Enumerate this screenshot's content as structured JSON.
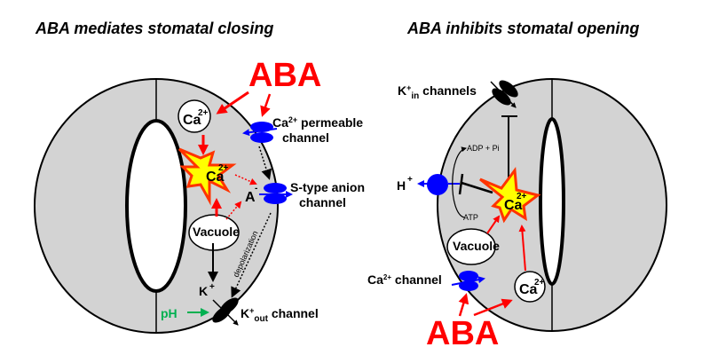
{
  "colors": {
    "cell_fill": "#d3d3d3",
    "aba": "#ff0000",
    "channel_blue": "#0000ff",
    "ph_green": "#00b050",
    "star_fill": "#ffff00",
    "star_edge": "#ff3300"
  },
  "left_panel": {
    "title": "ABA mediates stomatal closing",
    "aba_label": "ABA",
    "ca_store": {
      "base": "Ca",
      "sup": "2+"
    },
    "ca_star": {
      "base": "Ca",
      "sup": "2+"
    },
    "ca_permeable_channel": {
      "line1_base": "Ca",
      "line1_sup": "2+",
      "line1_rest": " permeable",
      "line2": "channel"
    },
    "anion_channel": {
      "line1": "S-type anion",
      "line2": "channel"
    },
    "anion_label": {
      "base": "A",
      "sup": "-"
    },
    "vacuole": "Vacuole",
    "depolarization": "depolarization",
    "k_label": {
      "base": "K",
      "sup": "+"
    },
    "ph_label": "pH",
    "k_out_channel": {
      "base": "K",
      "sup": "+",
      "sub": "out",
      "rest": " channel"
    }
  },
  "right_panel": {
    "title": "ABA inhibits stomatal opening",
    "k_in_channels": {
      "base": "K",
      "sup": "+",
      "sub": "in",
      "rest": " channels"
    },
    "adp_label": "ADP + Pi",
    "atp_label": "ATP",
    "h_label": {
      "base": "H",
      "sup": "+"
    },
    "ca_star": {
      "base": "Ca",
      "sup": "2+"
    },
    "vacuole": "Vacuole",
    "ca_channel": {
      "base": "Ca",
      "sup": "2+",
      "rest": " channel"
    },
    "ca_store": {
      "base": "Ca",
      "sup": "2+"
    },
    "aba_label": "ABA"
  }
}
